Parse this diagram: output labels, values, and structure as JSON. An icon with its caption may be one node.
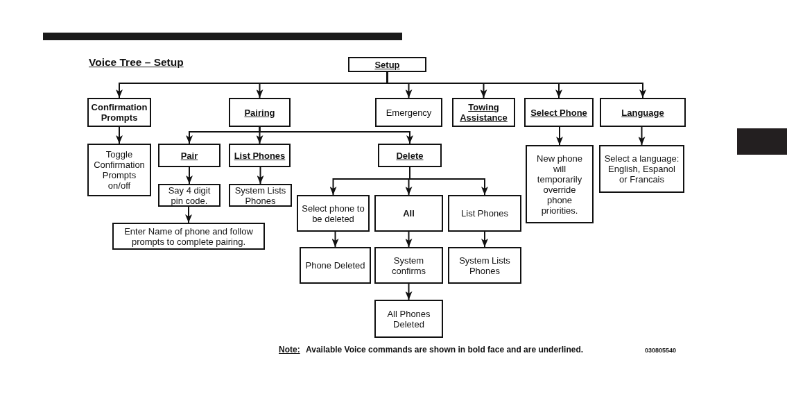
{
  "diagram": {
    "title": "Voice Tree – Setup",
    "nodes": [
      {
        "text": [
          "Setup"
        ]
      },
      {
        "text": [
          "Confirmation Prompts"
        ]
      },
      {
        "text": [
          "Pairing"
        ]
      },
      {
        "text": [
          "Emergency"
        ]
      },
      {
        "text": [
          "Towing Assistance"
        ]
      },
      {
        "text": [
          "Select Phone"
        ]
      },
      {
        "text": [
          "Language"
        ]
      },
      {
        "text": [
          "Toggle Confirmation Prompts on/off"
        ]
      },
      {
        "text": [
          "Pair"
        ]
      },
      {
        "text": [
          "List Phones"
        ]
      },
      {
        "text": [
          "Delete"
        ]
      },
      {
        "text": [
          "New phone will temporarily override phone priorities."
        ]
      },
      {
        "text": [
          "Select a language: English, Espanol or Francais"
        ]
      },
      {
        "text": [
          "Say 4 digit pin code."
        ]
      },
      {
        "text": [
          "System Lists Phones"
        ]
      },
      {
        "text": [
          "Enter Name of phone and follow prompts to complete pairing."
        ]
      },
      {
        "text": [
          "Select phone to be deleted"
        ]
      },
      {
        "text": [
          "All"
        ]
      },
      {
        "text": [
          "List Phones"
        ]
      },
      {
        "text": [
          "Phone Deleted"
        ]
      },
      {
        "text": [
          "System confirms"
        ]
      },
      {
        "text": [
          "System Lists Phones"
        ]
      },
      {
        "text": [
          "All Phones Deleted"
        ]
      }
    ],
    "edges": [
      {
        "from": 0,
        "to": 1,
        "arrow": "to"
      },
      {
        "from": 0,
        "to": 2,
        "arrow": "to"
      },
      {
        "from": 0,
        "to": 3,
        "arrow": "to"
      },
      {
        "from": 0,
        "to": 4,
        "arrow": "to"
      },
      {
        "from": 0,
        "to": 5,
        "arrow": "to"
      },
      {
        "from": 0,
        "to": 6,
        "arrow": "to"
      },
      {
        "from": 1,
        "to": 7,
        "arrow": "to"
      },
      {
        "from": 2,
        "to": 8,
        "arrow": "to"
      },
      {
        "from": 2,
        "to": 9,
        "arrow": "to"
      },
      {
        "from": 2,
        "to": 10,
        "arrow": "to"
      },
      {
        "from": 5,
        "to": 11,
        "arrow": "to"
      },
      {
        "from": 6,
        "to": 12,
        "arrow": "to"
      },
      {
        "from": 8,
        "to": 13,
        "arrow": "to"
      },
      {
        "from": 9,
        "to": 14,
        "arrow": "to"
      },
      {
        "from": 13,
        "to": 15,
        "arrow": "to"
      },
      {
        "from": 10,
        "to": 16,
        "arrow": "to"
      },
      {
        "from": 10,
        "to": 17,
        "arrow": "to"
      },
      {
        "from": 10,
        "to": 18,
        "arrow": "to"
      },
      {
        "from": 16,
        "to": 19,
        "arrow": "to"
      },
      {
        "from": 17,
        "to": 20,
        "arrow": "to"
      },
      {
        "from": 18,
        "to": 21,
        "arrow": "to"
      },
      {
        "from": 20,
        "to": 22,
        "arrow": "to"
      }
    ],
    "labels": [
      "Note:",
      "Available Voice commands are shown in bold face and are underlined.",
      "030805540"
    ]
  }
}
